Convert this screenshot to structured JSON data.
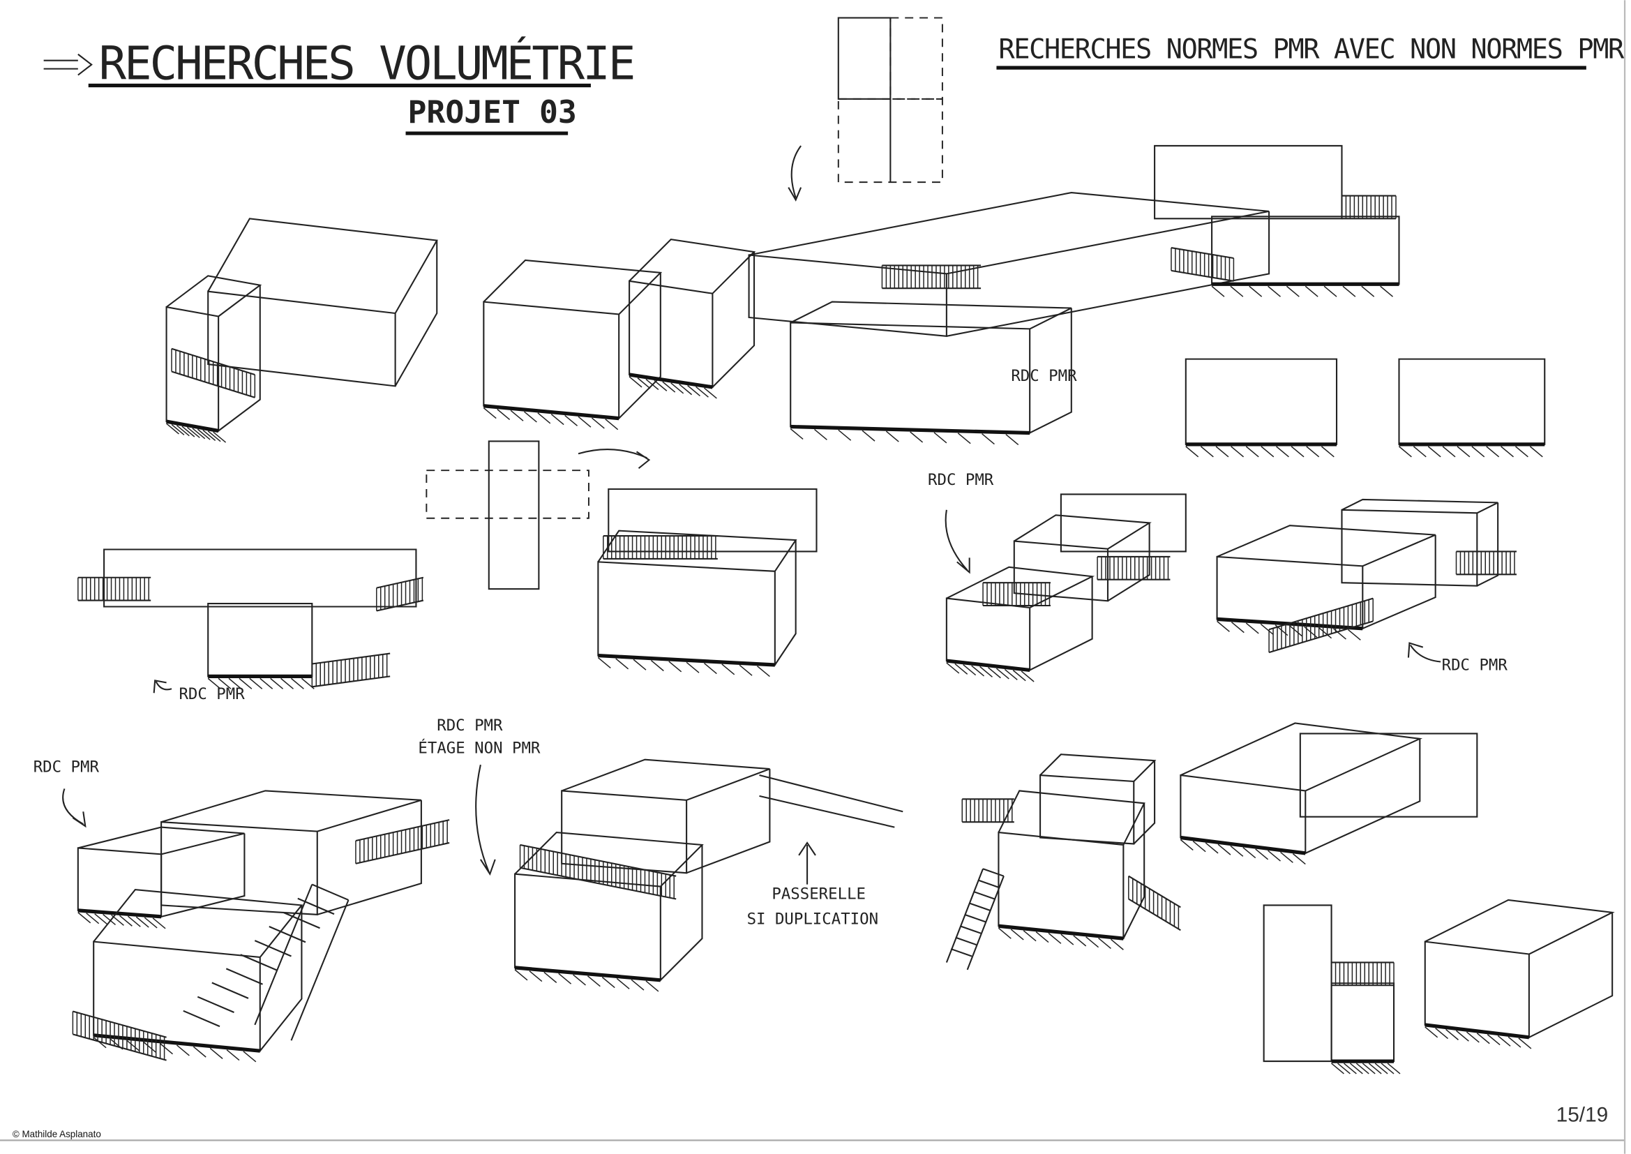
{
  "header": {
    "title": "RECHERCHES VOLUMÉTRIE",
    "subtitle": "PROJET 03",
    "right_title": "RECHERCHES NORMES PMR AVEC NON NORMES PMR"
  },
  "annotations": {
    "rdc_pmr_1": "RDC PMR",
    "rdc_pmr_2": "RDC PMR",
    "rdc_pmr_3": "RDC PMR",
    "rdc_pmr_4": "RDC PMR",
    "rdc_pmr_5": "RDC PMR",
    "rdc_etage_line1": "RDC PMR",
    "rdc_etage_line2": "ÉTAGE NON PMR",
    "passerelle_line1": "PASSERELLE",
    "passerelle_line2": "SI DUPLICATION"
  },
  "footer": {
    "page_number": "15/19",
    "copyright": "© Mathilde Asplanato"
  }
}
